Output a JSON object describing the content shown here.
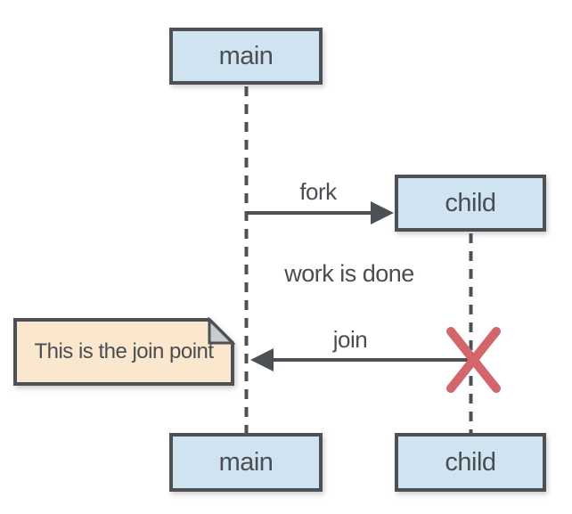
{
  "diagram": {
    "participants": [
      {
        "id": "main",
        "top_label": "main",
        "bottom_label": "main"
      },
      {
        "id": "child",
        "top_label": "child",
        "bottom_label": "child"
      }
    ],
    "messages": [
      {
        "label": "fork",
        "from": "main",
        "to": "child",
        "direction": "right"
      },
      {
        "label": "join",
        "from": "child",
        "to": "main",
        "direction": "left"
      }
    ],
    "status_text": "work is done",
    "note": {
      "text": "This is the join point"
    },
    "destroy_marker": {
      "on": "child",
      "symbol": "X"
    },
    "colors": {
      "background": "#ffffff",
      "box_fill": "#cfe3f1",
      "box_border": "#4d5156",
      "note_fill": "#fbe7cd",
      "note_fold": "#c9cbce",
      "line": "#4d5156",
      "text": "#4a4e52",
      "destroy_x": "#d2666b"
    }
  }
}
